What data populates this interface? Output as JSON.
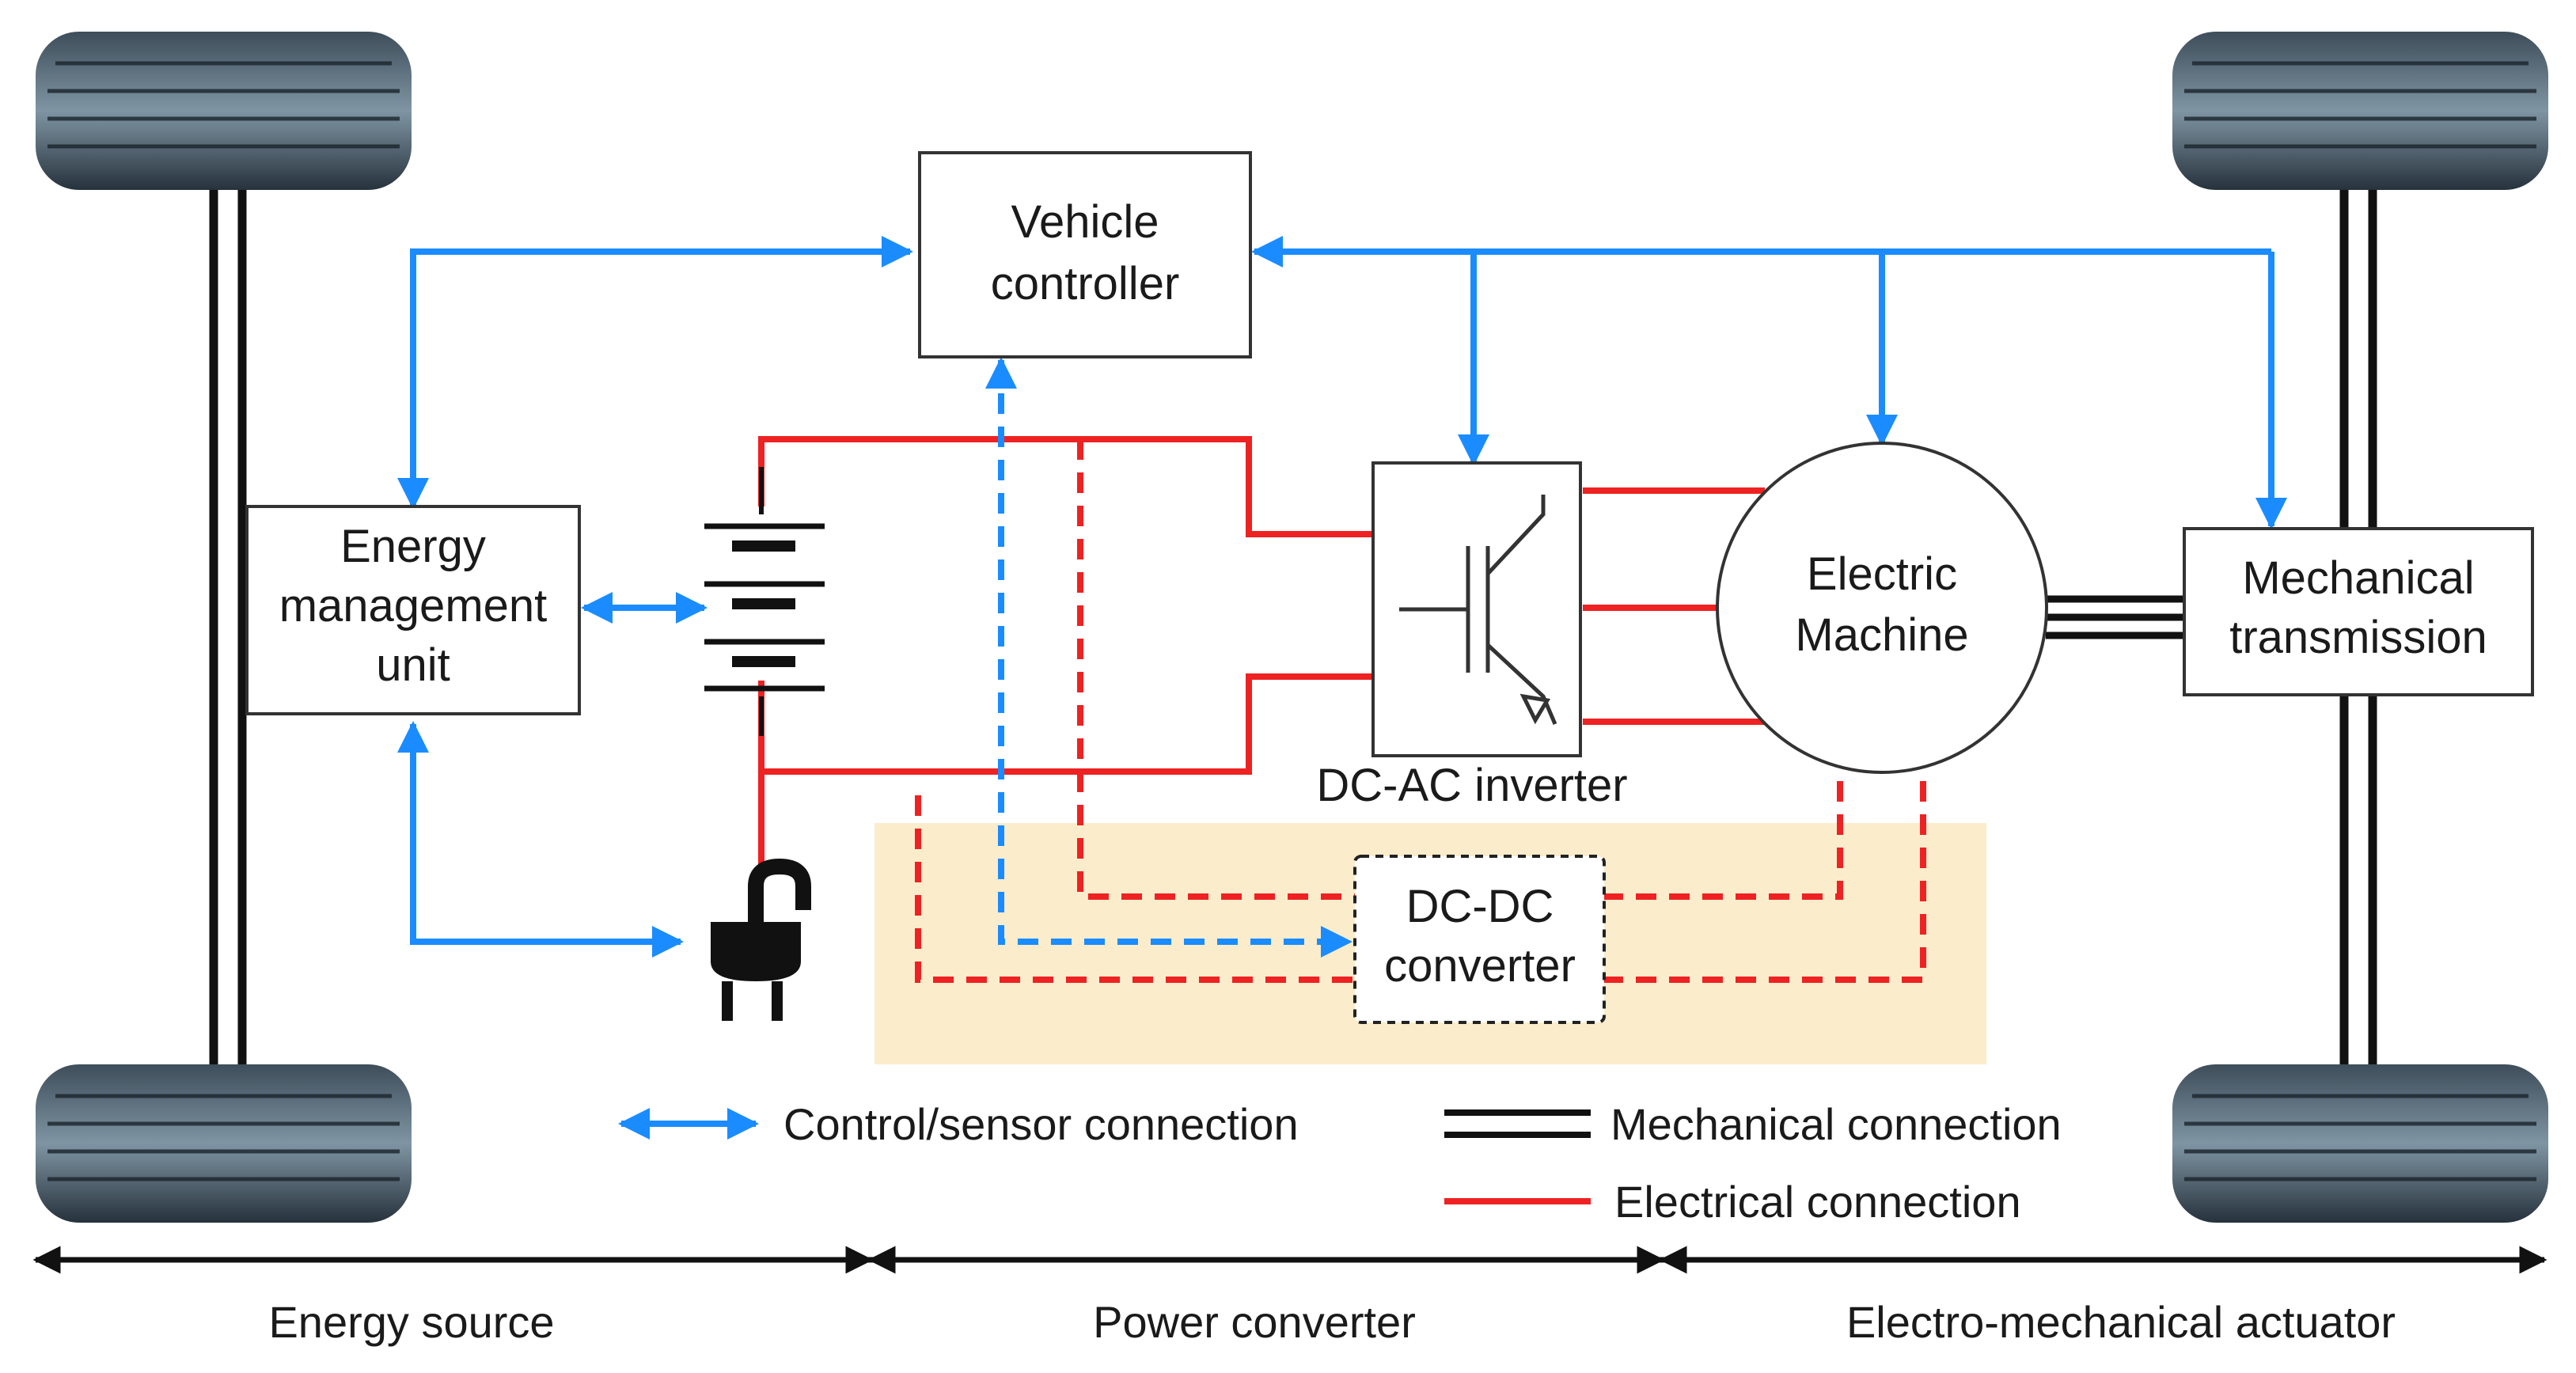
{
  "colors": {
    "control": "#1a8cff",
    "electrical": "#ee2222",
    "mechanical": "#111111",
    "zone_fill": "#fbeccb",
    "box_stroke": "#333333"
  },
  "boxes": {
    "vehicle_controller": [
      "Vehicle",
      "controller"
    ],
    "energy_management_unit": [
      "Energy",
      "management",
      "unit"
    ],
    "electric_machine": [
      "Electric",
      "Machine"
    ],
    "mechanical_transmission": [
      "Mechanical",
      "transmission"
    ],
    "dc_dc_converter": [
      "DC-DC",
      "converter"
    ],
    "dc_ac_inverter_label": "DC-AC inverter"
  },
  "legend": {
    "control": "Control/sensor connection",
    "mechanical": "Mechanical connection",
    "electrical": "Electrical connection"
  },
  "sections": {
    "energy_source": "Energy source",
    "power_converter": "Power converter",
    "electro_mechanical_actuator": "Electro-mechanical actuator"
  },
  "icons": {
    "wheels": "tire-icon",
    "battery": "battery-icon",
    "plug": "charging-plug-icon",
    "inverter": "igbt-transistor-icon"
  }
}
